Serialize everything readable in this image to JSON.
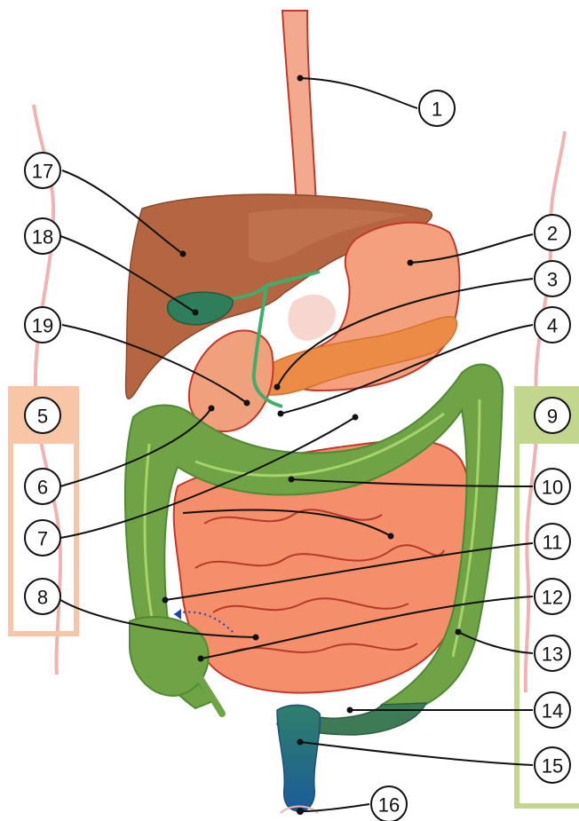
{
  "labels": [
    "1",
    "2",
    "3",
    "4",
    "5",
    "6",
    "7",
    "8",
    "9",
    "10",
    "11",
    "12",
    "13",
    "14",
    "15",
    "16",
    "17",
    "18",
    "19"
  ],
  "colors": {
    "esophagus": "#f2a98e",
    "liver": "#b5653f",
    "gallbladder": "#2e7d5b",
    "bile_ducts": "#3fae6a",
    "stomach": "#f4a07d",
    "pancreas": "#ec8b45",
    "duodenum": "#f1a07c",
    "small_intestine": "#f58e6a",
    "colon": "#6fa345",
    "colon_dark": "#4f8a34",
    "sigmoid": "#3d7a56",
    "rectum_gradient_top": "#2f7f6a",
    "rectum_gradient_bottom": "#1b5c9a",
    "outline_red": "#c0392b",
    "body_outline": "#f3b2b2",
    "box_left": "#f8c6a7",
    "box_right": "#c3d68e",
    "leader_line": "#111111"
  },
  "icons": {
    "appendix_flow": "dotted-blue-arrow"
  }
}
